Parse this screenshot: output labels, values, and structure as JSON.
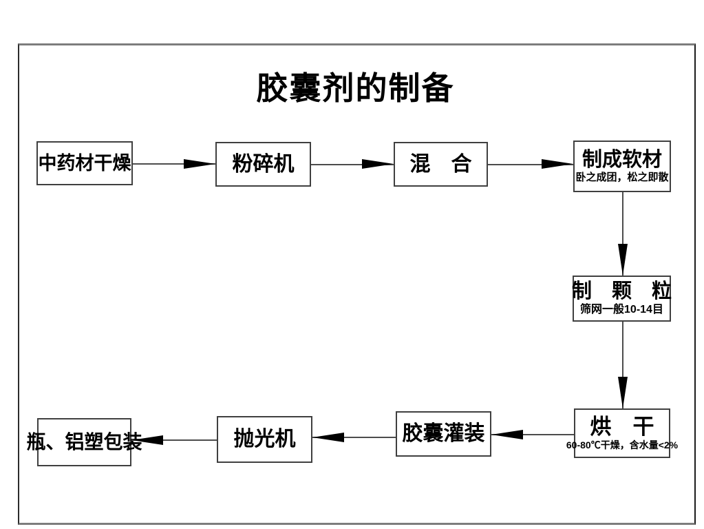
{
  "diagram": {
    "title": "胶囊剂的制备",
    "nodes": {
      "herb_drying": {
        "label": "中药材干燥"
      },
      "crusher": {
        "label": "粉碎机"
      },
      "mixing": {
        "label": "混　合"
      },
      "soft_material": {
        "label": "制成软材",
        "note": "卧之成团，松之即散"
      },
      "granulation": {
        "label": "制　颗　粒",
        "note": "筛网一般10-14目"
      },
      "oven_drying": {
        "label": "烘　干",
        "note": "60-80℃干燥，含水量<2%"
      },
      "capsule_filling": {
        "label": "胶囊灌装"
      },
      "polisher": {
        "label": "抛光机"
      },
      "packaging": {
        "label": "瓶、铝塑包装"
      }
    },
    "edges": [
      {
        "from": "中药材干燥",
        "to": "粉碎机",
        "direction": "right"
      },
      {
        "from": "粉碎机",
        "to": "混合",
        "direction": "right"
      },
      {
        "from": "混合",
        "to": "制成软材",
        "direction": "right"
      },
      {
        "from": "制成软材",
        "to": "制颗粒",
        "direction": "down"
      },
      {
        "from": "制颗粒",
        "to": "烘干",
        "direction": "down"
      },
      {
        "from": "烘干",
        "to": "胶囊灌装",
        "direction": "left"
      },
      {
        "from": "胶囊灌装",
        "to": "抛光机",
        "direction": "left"
      },
      {
        "from": "抛光机",
        "to": "瓶、铝塑包装",
        "direction": "left"
      }
    ],
    "colors": {
      "background": "#ffffff",
      "text": "#000000",
      "box_border": "#3f3f3f",
      "connector_line": "#4c4c4c",
      "arrowhead": "#000000",
      "frame_border": "#7d7d7d"
    }
  }
}
